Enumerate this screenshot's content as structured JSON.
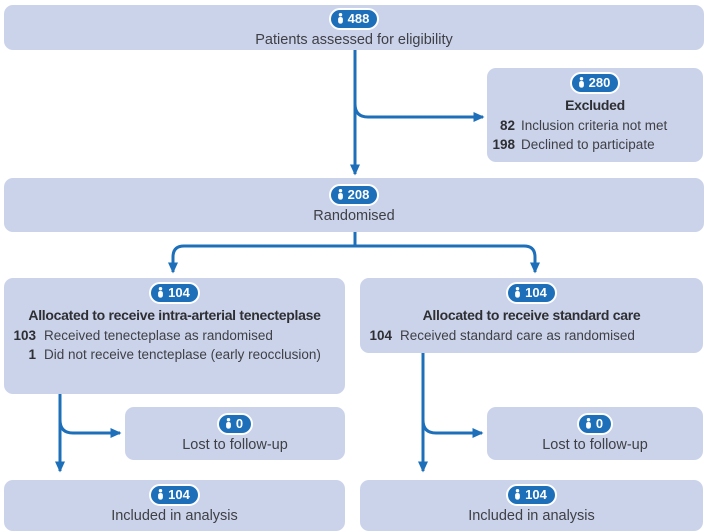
{
  "colors": {
    "box_fill": "#cbd3eb",
    "accent_blue": "#1c6fb8",
    "text": "#3f4045",
    "text_strong": "#2e2f33"
  },
  "icons": {
    "badge_icon": "person-icon"
  },
  "nodes": {
    "eligibility": {
      "count": "488",
      "label": "Patients assessed for eligibility"
    },
    "excluded": {
      "count": "280",
      "title": "Excluded",
      "rows": [
        {
          "n": "82",
          "text": "Inclusion criteria not met"
        },
        {
          "n": "198",
          "text": "Declined to participate"
        }
      ]
    },
    "randomised": {
      "count": "208",
      "label": "Randomised"
    },
    "alloc_left": {
      "count": "104",
      "title": "Allocated to receive intra-arterial tenecteplase",
      "rows": [
        {
          "n": "103",
          "text": "Received tenecteplase as randomised"
        },
        {
          "n": "1",
          "text": "Did not receive tencteplase (early reocclusion)"
        }
      ]
    },
    "alloc_right": {
      "count": "104",
      "title": "Allocated to receive standard care",
      "rows": [
        {
          "n": "104",
          "text": "Received standard care as randomised"
        }
      ]
    },
    "lost_left": {
      "count": "0",
      "label": "Lost to follow-up"
    },
    "lost_right": {
      "count": "0",
      "label": "Lost to follow-up"
    },
    "analysis_left": {
      "count": "104",
      "label": "Included in analysis"
    },
    "analysis_right": {
      "count": "104",
      "label": "Included in analysis"
    }
  }
}
